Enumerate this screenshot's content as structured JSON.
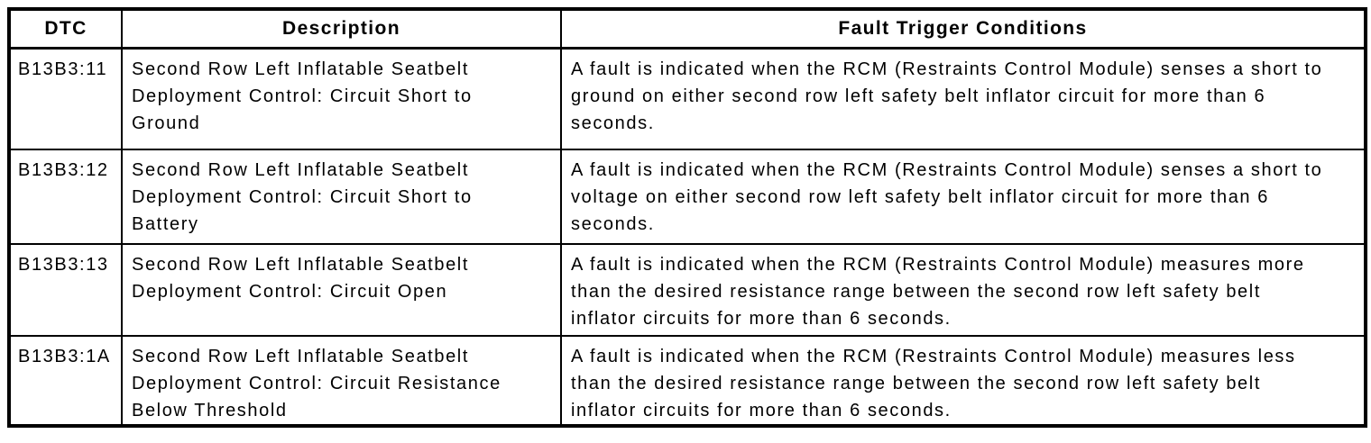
{
  "page": {
    "background_color": "#ffffff",
    "border_color": "#000000",
    "text_color": "#000000"
  },
  "table": {
    "columns": [
      {
        "key": "dtc",
        "label": "DTC"
      },
      {
        "key": "description",
        "label": "Description"
      },
      {
        "key": "fault_trigger_conditions",
        "label": "Fault Trigger Conditions"
      }
    ],
    "rows": [
      {
        "dtc": "B13B3:11",
        "description": "Second Row Left Inflatable Seatbelt Deployment Control: Circuit Short to Ground",
        "fault_trigger_conditions": "A fault is indicated when the RCM (Restraints Control Module) senses a short to ground on either second row left safety belt inflator circuit for more than 6 seconds."
      },
      {
        "dtc": "B13B3:12",
        "description": "Second Row Left Inflatable Seatbelt Deployment Control: Circuit Short to Battery",
        "fault_trigger_conditions": "A fault is indicated when the RCM (Restraints Control Module) senses a short to voltage on either second row left safety belt inflator circuit for more than 6 seconds."
      },
      {
        "dtc": "B13B3:13",
        "description": "Second Row Left Inflatable Seatbelt Deployment Control: Circuit Open",
        "fault_trigger_conditions": "A fault is indicated when the RCM (Restraints Control Module) measures more than the desired resistance range between the second row left safety belt inflator circuits for more than 6 seconds."
      },
      {
        "dtc": "B13B3:1A",
        "description": "Second Row Left Inflatable Seatbelt Deployment Control: Circuit Resistance Below Threshold",
        "fault_trigger_conditions": "A fault is indicated when the RCM (Restraints Control Module) measures less than the desired resistance range between the second row left safety belt inflator circuits for more than 6 seconds."
      }
    ]
  }
}
